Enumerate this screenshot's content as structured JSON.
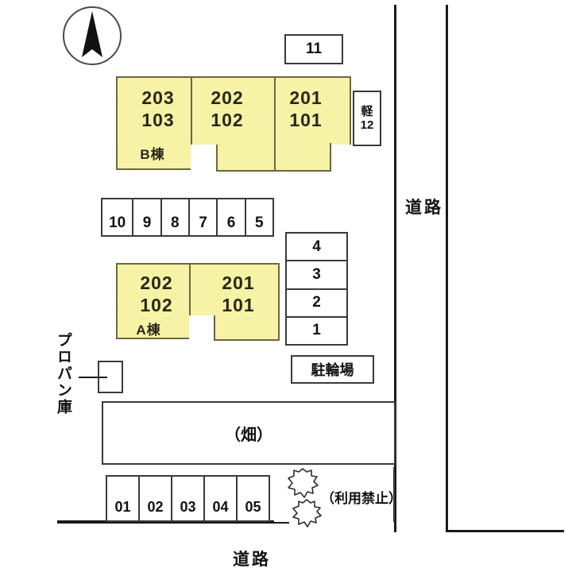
{
  "site": {
    "title": "区画図",
    "colors": {
      "building_fill": "#f6f2a6",
      "building_stroke": "#6b6740",
      "line": "#1a1a1a",
      "box_stroke": "#3a3a3a",
      "text": "#111111"
    }
  },
  "compass": {
    "name": "north-arrow",
    "direction": "north"
  },
  "buildings": [
    {
      "id": "building-b",
      "name": "B棟",
      "units": [
        {
          "upper": "203",
          "lower": "103"
        },
        {
          "upper": "202",
          "lower": "102"
        },
        {
          "upper": "201",
          "lower": "101"
        }
      ]
    },
    {
      "id": "building-a",
      "name": "A棟",
      "units": [
        {
          "upper": "202",
          "lower": "102"
        },
        {
          "upper": "201",
          "lower": "101"
        }
      ]
    }
  ],
  "parking": {
    "top_single": "11",
    "light_car": {
      "label": "軽",
      "number": "12"
    },
    "row_upper": [
      "10",
      "9",
      "8",
      "7",
      "6",
      "5"
    ],
    "column_right": [
      "4",
      "3",
      "2",
      "1"
    ],
    "row_bottom": [
      "01",
      "02",
      "03",
      "04",
      "05"
    ]
  },
  "facilities": {
    "bicycle_parking": "駐輪場",
    "propane_storage": "プロパン庫",
    "field": "（畑）",
    "no_use": "（利用禁止）"
  },
  "roads": {
    "east": "道路",
    "south": "道路"
  }
}
